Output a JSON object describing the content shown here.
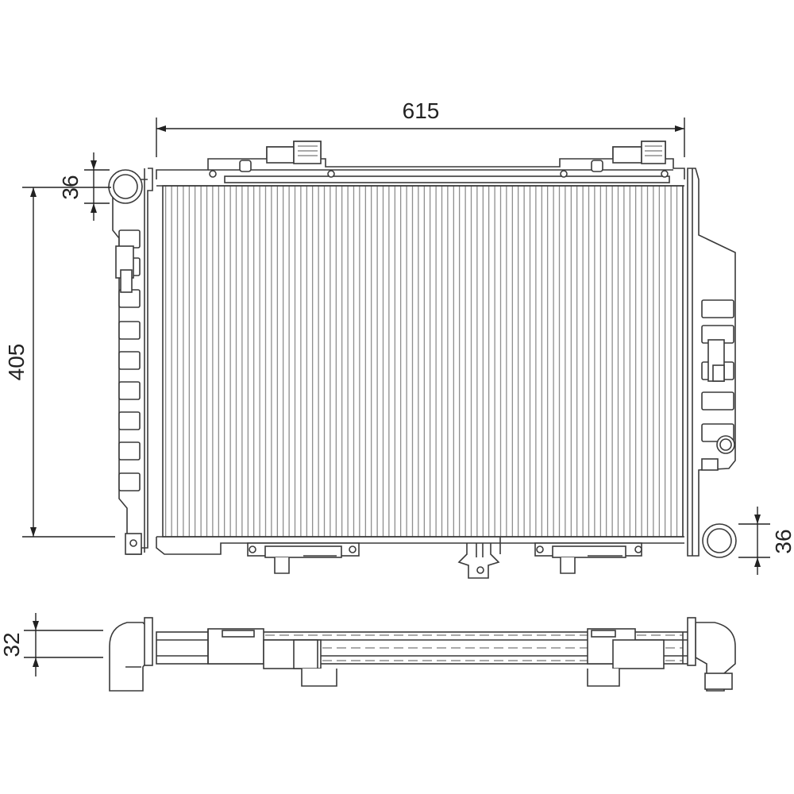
{
  "diagram": {
    "dimensions": {
      "width": "615",
      "height": "405",
      "top_port": "36",
      "bottom_port": "36",
      "depth": "32"
    },
    "colors": {
      "line": "#3a3a3a",
      "background": "#ffffff"
    }
  }
}
